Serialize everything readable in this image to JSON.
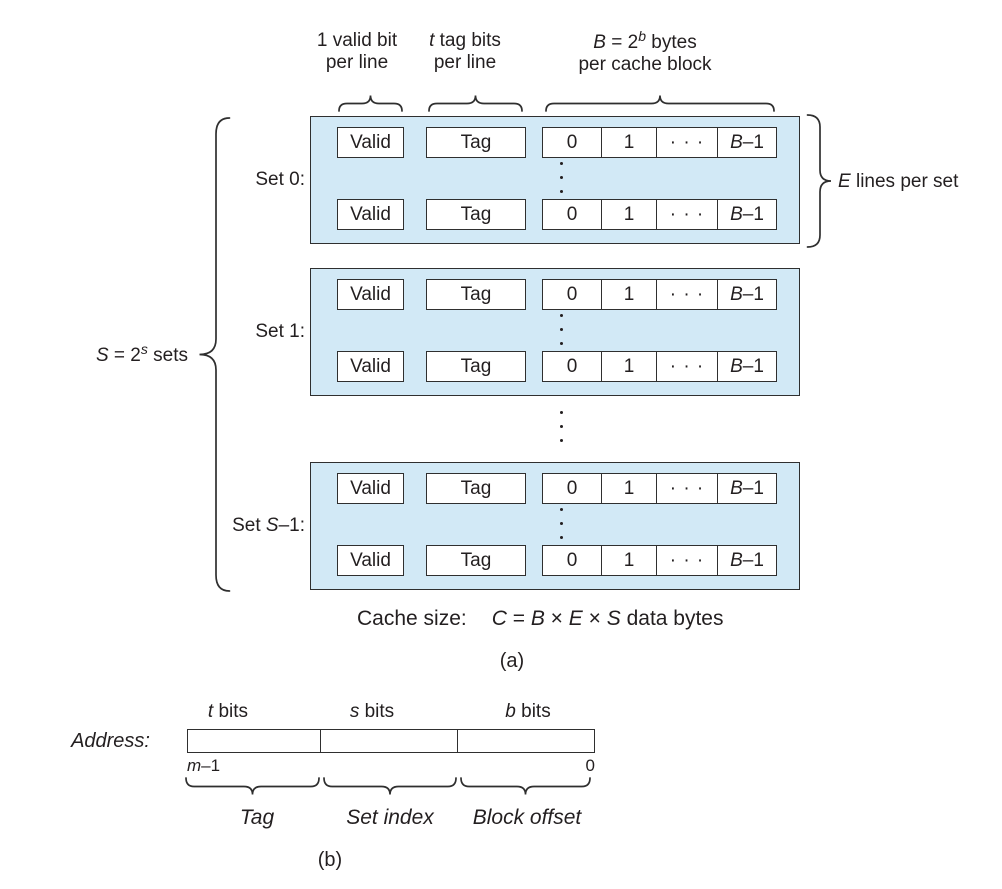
{
  "figure_a": {
    "top_labels": {
      "valid_line1": "1 valid bit",
      "valid_line2": "per line",
      "tag_var": "t",
      "tag_rest": " tag bits",
      "tag_line2": "per line",
      "bytes_var": "B",
      "bytes_eq": " = 2",
      "bytes_sup": "b",
      "bytes_rest": " bytes",
      "bytes_line2": "per cache block"
    },
    "sets_label": {
      "var": "S",
      "eq": " = 2",
      "sup": "s",
      "rest": " sets"
    },
    "elines_label": {
      "var": "E",
      "rest": " lines per set"
    },
    "sets": [
      {
        "pre": "Set ",
        "var": "",
        "post": "0:"
      },
      {
        "pre": "Set ",
        "var": "",
        "post": "1:"
      },
      {
        "pre": "Set ",
        "var": "S",
        "post": "–1:"
      }
    ],
    "line": {
      "valid": "Valid",
      "tag": "Tag",
      "cell0": "0",
      "cell1": "1",
      "dots": "· · ·",
      "cellB_var": "B",
      "cellB_rest": "–1"
    },
    "cache_size": {
      "label": "Cache size:",
      "c": "C",
      "eq": " = ",
      "b": "B",
      "times1": " × ",
      "e": "E",
      "times2": " × ",
      "s": "S",
      "rest": " data bytes"
    },
    "caption": "(a)"
  },
  "figure_b": {
    "address_label": "Address:",
    "tbits_var": "t",
    "tbits_rest": " bits",
    "sbits_var": "s",
    "sbits_rest": " bits",
    "bbits_var": "b",
    "bbits_rest": " bits",
    "msb_var": "m",
    "msb_rest": "–1",
    "lsb": "0",
    "tag_label": "Tag",
    "set_index_label": "Set index",
    "block_offset_label": "Block offset",
    "caption": "(b)"
  },
  "colors": {
    "set_fill": "#d2e9f6",
    "stroke": "#2f2f2f",
    "text": "#231f20"
  }
}
